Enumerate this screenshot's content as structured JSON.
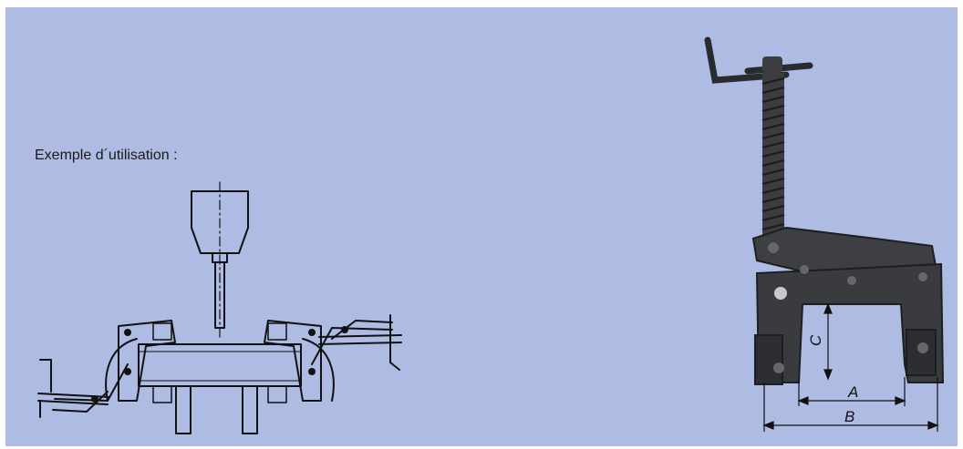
{
  "example_label": "Exemple d´utilisation :",
  "dimensions": {
    "a_label": "A",
    "b_label": "B",
    "c_label": "C"
  },
  "colors": {
    "panel_background": "#aebbe2",
    "line": "#111111",
    "clamp_metal": "#3c3d40"
  },
  "icons": {
    "usage_diagram": "machining-setup-diagram",
    "product_photo": "screw-clamp-photo"
  }
}
